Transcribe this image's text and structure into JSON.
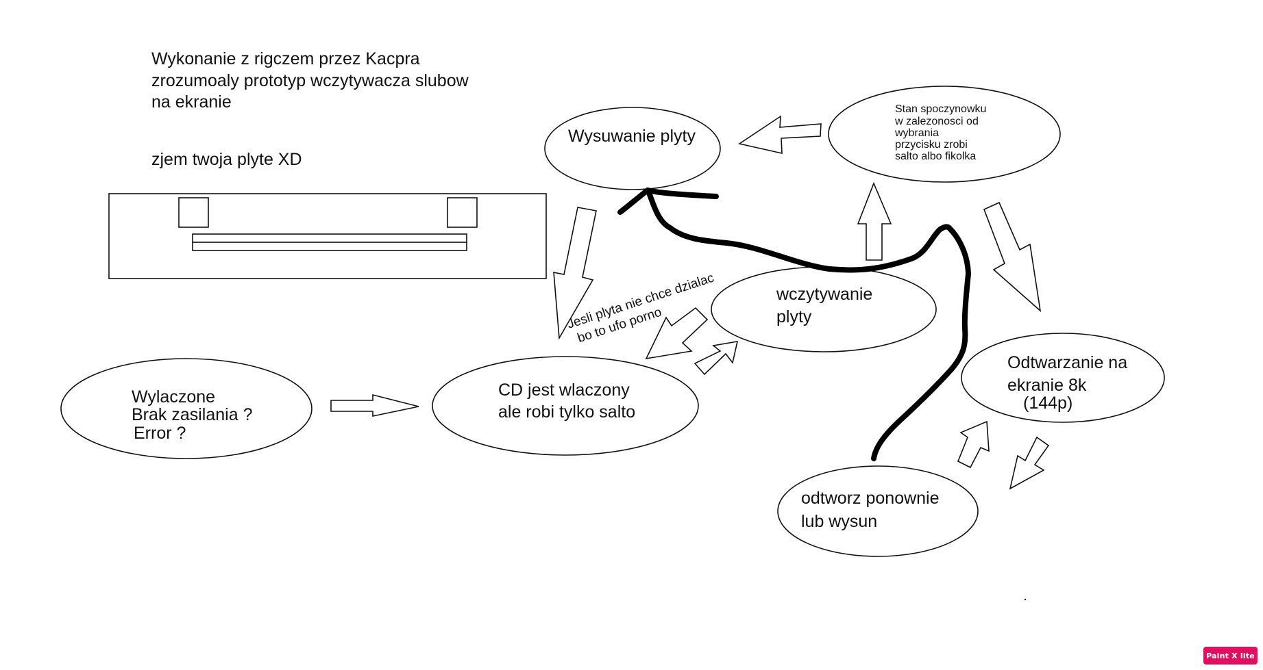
{
  "header": {
    "line1": "Wykonanie z rigczem przez Kacpra",
    "line2": "zrozumoaly prototyp wczytywacza slubow",
    "line3": "na ekranie",
    "line4": "zjem twoja plyte XD"
  },
  "nodes": {
    "wysuwanie": {
      "line1": "Wysuwanie plyty"
    },
    "stan": {
      "line1": "Stan spoczynowku",
      "line2": "w zalezonosci od",
      "line3": "wybrania",
      "line4": "przycisku zrobi",
      "line5": "salto albo fikolka"
    },
    "wczytywanie": {
      "line1": "wczytywanie",
      "line2": "plyty"
    },
    "wylaczone": {
      "line1": "Wylaczone",
      "line2": "Brak zasilania ?",
      "line3": "Error ?"
    },
    "cd": {
      "line1": "CD jest wlaczony",
      "line2": "ale robi tylko salto"
    },
    "odtwarzanie": {
      "line1": "Odtwarzanie na",
      "line2": "ekranie 8k",
      "line3": "(144p)"
    },
    "odtworz": {
      "line1": "odtworz ponownie",
      "line2": "lub wysun"
    }
  },
  "annotation": {
    "line1": "Jesli plyta nie chce dzialac",
    "line2": "bo to ufo porno"
  },
  "badge": {
    "label": "Paint X lite",
    "color": "#e0105e"
  }
}
